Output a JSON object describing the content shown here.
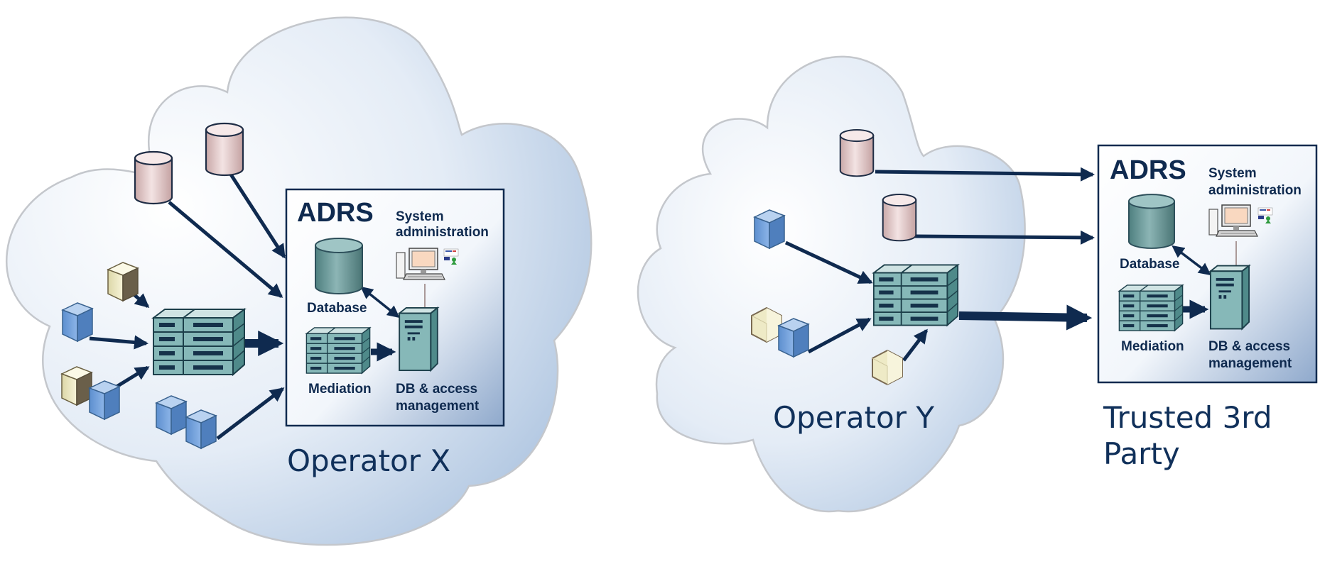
{
  "colors": {
    "arrow": "#0f2a4f",
    "cloud_edge": "#c4c7cc",
    "box_border": "#0f2a4f",
    "server": "#7fb0b0",
    "db_teal": "#6f9c9c",
    "db_pink": "#e6cccc",
    "cube_blue": "#6f9fd6",
    "cube_cream": "#eeeac2"
  },
  "operator_x": {
    "title": "Operator X",
    "adrs": {
      "title": "ADRS",
      "database_label": "Database",
      "sysadmin_line1": "System",
      "sysadmin_line2": "administration",
      "mediation_label": "Mediation",
      "dbaccess_line1": "DB & access",
      "dbaccess_line2": "management"
    }
  },
  "operator_y": {
    "title": "Operator Y"
  },
  "trusted_party": {
    "title_line1": "Trusted 3rd",
    "title_line2": "Party",
    "adrs": {
      "title": "ADRS",
      "database_label": "Database",
      "sysadmin_line1": "System",
      "sysadmin_line2": "administration",
      "mediation_label": "Mediation",
      "dbaccess_line1": "DB & access",
      "dbaccess_line2": "management"
    }
  }
}
